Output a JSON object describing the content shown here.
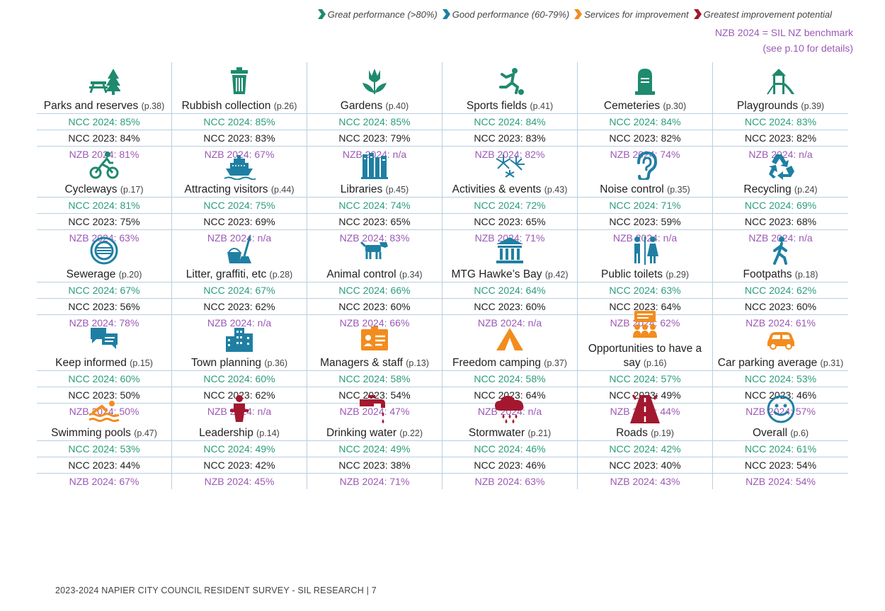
{
  "legend": [
    {
      "label": "Great performance (>80%)",
      "color": "#1e8a6e"
    },
    {
      "label": "Good performance (60-79%)",
      "color": "#1f7fa3"
    },
    {
      "label": "Services for improvement",
      "color": "#f28c1e"
    },
    {
      "label": "Greatest improvement potential",
      "color": "#a3182f"
    }
  ],
  "benchmark": {
    "line1": "NZB 2024 = SIL NZ benchmark",
    "line2": "(see p.10 for details)"
  },
  "footer": "2023-2024 NAPIER CITY COUNCIL RESIDENT SURVEY - SIL RESEARCH | 7",
  "rows": [
    {
      "cells": [
        {
          "name": "Parks and reserves",
          "page": "(p.38)",
          "ncc2024": "NCC 2024: 85%",
          "ncc2023": "NCC 2023: 84%",
          "nzb2024": "NZB 2024: 81%",
          "icon": "picnic-tree-icon",
          "color": "#1e8a6e"
        },
        {
          "name": "Rubbish collection",
          "page": "(p.26)",
          "ncc2024": "NCC 2024: 85%",
          "ncc2023": "NCC 2023: 83%",
          "nzb2024": "NZB 2024: 67%",
          "icon": "trash-bin-icon",
          "color": "#1e8a6e"
        },
        {
          "name": "Gardens",
          "page": "(p.40)",
          "ncc2024": "NCC 2024: 85%",
          "ncc2023": "NCC 2023: 79%",
          "nzb2024": "NZB 2024: n/a",
          "icon": "tulip-icon",
          "color": "#1e8a6e"
        },
        {
          "name": "Sports fields",
          "page": "(p.41)",
          "ncc2024": "NCC 2024: 84%",
          "ncc2023": "NCC 2023: 83%",
          "nzb2024": "NZB 2024: 82%",
          "icon": "football-player-icon",
          "color": "#1e8a6e"
        },
        {
          "name": "Cemeteries",
          "page": "(p.30)",
          "ncc2024": "NCC 2024: 84%",
          "ncc2023": "NCC 2023: 82%",
          "nzb2024": "NZB 2024: 74%",
          "icon": "gravestone-icon",
          "color": "#1e8a6e"
        },
        {
          "name": "Playgrounds",
          "page": "(p.39)",
          "ncc2024": "NCC 2024: 83%",
          "ncc2023": "NCC 2023: 82%",
          "nzb2024": "NZB 2024: n/a",
          "icon": "playground-icon",
          "color": "#1e8a6e"
        }
      ]
    },
    {
      "cells": [
        {
          "name": "Cycleways",
          "page": "(p.17)",
          "ncc2024": "NCC 2024: 81%",
          "ncc2023": "NCC 2023: 75%",
          "nzb2024": "NZB 2024: 63%",
          "icon": "cyclist-icon",
          "color": "#1e8a6e"
        },
        {
          "name": "Attracting visitors",
          "page": "(p.44)",
          "ncc2024": "NCC 2024: 75%",
          "ncc2023": "NCC 2023: 69%",
          "nzb2024": "NZB 2024: n/a",
          "icon": "cruise-ship-icon",
          "color": "#1f7fa3"
        },
        {
          "name": "Libraries",
          "page": "(p.45)",
          "ncc2024": "NCC 2024: 74%",
          "ncc2023": "NCC 2023: 65%",
          "nzb2024": "NZB 2024: 83%",
          "icon": "books-icon",
          "color": "#1f7fa3"
        },
        {
          "name": "Activities & events",
          "page": "(p.43)",
          "ncc2024": "NCC 2024: 72%",
          "ncc2023": "NCC 2023: 65%",
          "nzb2024": "NZB 2024: 71%",
          "icon": "fireworks-icon",
          "color": "#1f7fa3"
        },
        {
          "name": "Noise control",
          "page": "(p.35)",
          "ncc2024": "NCC 2024: 71%",
          "ncc2023": "NCC 2023: 59%",
          "nzb2024": "NZB 2024: n/a",
          "icon": "ear-icon",
          "color": "#1f7fa3"
        },
        {
          "name": "Recycling",
          "page": "(p.24)",
          "ncc2024": "NCC 2024: 69%",
          "ncc2023": "NCC 2023: 68%",
          "nzb2024": "NZB 2024: n/a",
          "icon": "recycle-icon",
          "color": "#1f7fa3"
        }
      ]
    },
    {
      "cells": [
        {
          "name": "Sewerage",
          "page": "(p.20)",
          "ncc2024": "NCC 2024: 67%",
          "ncc2023": "NCC 2023: 56%",
          "nzb2024": "NZB 2024: 78%",
          "icon": "manhole-icon",
          "color": "#1f7fa3"
        },
        {
          "name": "Litter, graffiti, etc",
          "page": "(p.28)",
          "ncc2024": "NCC 2024: 67%",
          "ncc2023": "NCC 2023: 62%",
          "nzb2024": "NZB 2024: n/a",
          "icon": "bucket-mop-icon",
          "color": "#1f7fa3"
        },
        {
          "name": "Animal control",
          "page": "(p.34)",
          "ncc2024": "NCC 2024: 66%",
          "ncc2023": "NCC 2023: 60%",
          "nzb2024": "NZB 2024: 66%",
          "icon": "dog-icon",
          "color": "#1f7fa3"
        },
        {
          "name": "MTG Hawke’s Bay",
          "page": "(p.42)",
          "ncc2024": "NCC 2024: 64%",
          "ncc2023": "NCC 2023: 60%",
          "nzb2024": "NZB 2024: n/a",
          "icon": "museum-icon",
          "color": "#1f7fa3"
        },
        {
          "name": "Public toilets",
          "page": "(p.29)",
          "ncc2024": "NCC 2024: 63%",
          "ncc2023": "NCC 2023: 64%",
          "nzb2024": "NZB 2024: 62%",
          "icon": "toilets-icon",
          "color": "#1f7fa3"
        },
        {
          "name": "Footpaths",
          "page": "(p.18)",
          "ncc2024": "NCC 2024: 62%",
          "ncc2023": "NCC 2023: 60%",
          "nzb2024": "NZB 2024: 61%",
          "icon": "walking-person-icon",
          "color": "#1f7fa3"
        }
      ]
    },
    {
      "cells": [
        {
          "name": "Keep informed",
          "page": "(p.15)",
          "ncc2024": "NCC 2024: 60%",
          "ncc2023": "NCC 2023: 50%",
          "nzb2024": "NZB 2024: 50%",
          "icon": "speech-bubbles-icon",
          "color": "#1f7fa3"
        },
        {
          "name": "Town planning",
          "page": "(p.36)",
          "ncc2024": "NCC 2024: 60%",
          "ncc2023": "NCC 2023: 62%",
          "nzb2024": "NZB 2024: n/a",
          "icon": "buildings-icon",
          "color": "#1f7fa3"
        },
        {
          "name": "Managers & staff",
          "page": "(p.13)",
          "ncc2024": "NCC 2024: 58%",
          "ncc2023": "NCC 2023: 54%",
          "nzb2024": "NZB 2024: 47%",
          "icon": "id-card-icon",
          "color": "#f28c1e"
        },
        {
          "name": "Freedom camping",
          "page": "(p.37)",
          "ncc2024": "NCC 2024: 58%",
          "ncc2023": "NCC 2023: 64%",
          "nzb2024": "NZB 2024: n/a",
          "icon": "tent-icon",
          "color": "#f28c1e"
        },
        {
          "name": "Opportunities to have a say",
          "page": "(p.16)",
          "ncc2024": "NCC 2024: 57%",
          "ncc2023": "NCC 2023: 49%",
          "nzb2024": "NZB 2024: 44%",
          "icon": "meeting-icon",
          "color": "#f28c1e"
        },
        {
          "name": "Car parking average",
          "page": "(p.31)",
          "ncc2024": "NCC 2024: 53%",
          "ncc2023": "NCC 2023: 46%",
          "nzb2024": "NZB 2024: 57%",
          "icon": "car-icon",
          "color": "#f28c1e"
        }
      ]
    },
    {
      "cells": [
        {
          "name": "Swimming pools",
          "page": "(p.47)",
          "ncc2024": "NCC 2024: 53%",
          "ncc2023": "NCC 2023: 44%",
          "nzb2024": "NZB 2024: 67%",
          "icon": "swimmer-icon",
          "color": "#f28c1e"
        },
        {
          "name": "Leadership",
          "page": "(p.14)",
          "ncc2024": "NCC 2024: 49%",
          "ncc2023": "NCC 2023: 42%",
          "nzb2024": "NZB 2024: 45%",
          "icon": "podium-speaker-icon",
          "color": "#a3182f"
        },
        {
          "name": "Drinking water",
          "page": "(p.22)",
          "ncc2024": "NCC 2024: 49%",
          "ncc2023": "NCC 2023: 38%",
          "nzb2024": "NZB 2024: 71%",
          "icon": "tap-icon",
          "color": "#a3182f"
        },
        {
          "name": "Stormwater",
          "page": "(p.21)",
          "ncc2024": "NCC 2024: 46%",
          "ncc2023": "NCC 2023: 46%",
          "nzb2024": "NZB 2024: 63%",
          "icon": "rain-cloud-icon",
          "color": "#a3182f"
        },
        {
          "name": "Roads",
          "page": "(p.19)",
          "ncc2024": "NCC 2024: 42%",
          "ncc2023": "NCC 2023: 40%",
          "nzb2024": "NZB 2024: 43%",
          "icon": "road-icon",
          "color": "#a3182f"
        },
        {
          "name": "Overall",
          "page": "(p.6)",
          "ncc2024": "NCC 2024: 61%",
          "ncc2023": "NCC 2023: 54%",
          "nzb2024": "NZB 2024: 54%",
          "icon": "smiley-icon",
          "color": "#1f7fa3"
        }
      ]
    }
  ]
}
